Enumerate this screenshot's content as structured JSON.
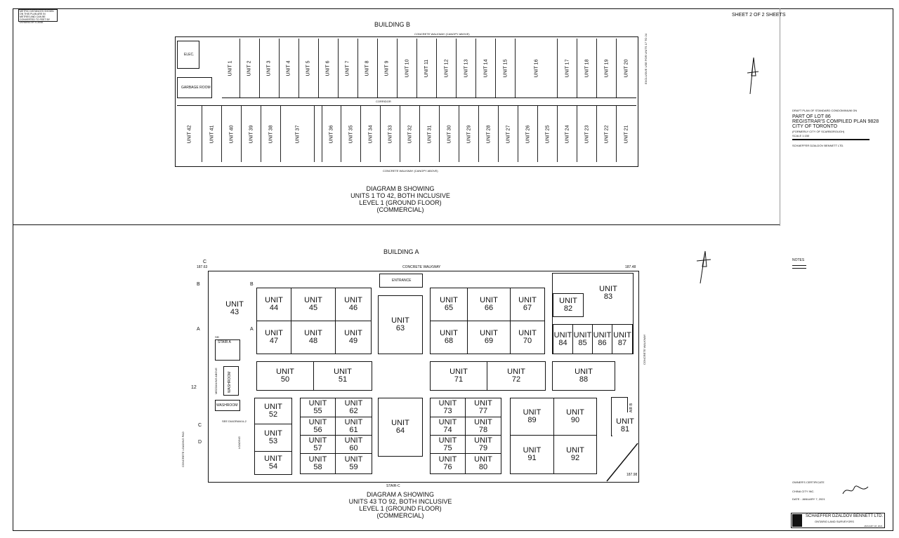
{
  "sheet": {
    "sheet_label": "SHEET 2 OF 2 SHEETS",
    "metric_note": "METRIC DISTANCES SHOWN ON THIS PLAN ARE IN METRES AND CAN BE CONVERTED TO FEET BY DIVIDING BY 0.3048."
  },
  "building_b": {
    "title": "BUILDING B",
    "walkway_top": "CONCRETE WALKWAY (CANOPY ABOVE)",
    "walkway_bottom": "CONCRETE WALKWAY (CANOPY ABOVE)",
    "corridor": "CORRIDOR",
    "elec": "ELEC.",
    "garbage": "GARBAGE ROOM",
    "exclusive": "EXCLUSIVE USE FOR UNITS 17 TO 24",
    "top_units": [
      "UNIT 1",
      "UNIT 2",
      "UNIT 3",
      "UNIT 4",
      "UNIT 5",
      "UNIT 6",
      "UNIT 7",
      "UNIT 8",
      "UNIT 9",
      "UNIT 10",
      "UNIT 11",
      "UNIT 12",
      "UNIT 13",
      "UNIT 14",
      "UNIT 15",
      "UNIT 16",
      "UNIT 17",
      "UNIT 18",
      "UNIT 19",
      "UNIT 20"
    ],
    "bottom_units": [
      "UNIT 42",
      "UNIT 41",
      "UNIT 40",
      "UNIT 39",
      "UNIT 38",
      "UNIT 37",
      "UNIT 36",
      "UNIT 35",
      "UNIT 34",
      "UNIT 33",
      "UNIT 32",
      "UNIT 31",
      "UNIT 30",
      "UNIT 29",
      "UNIT 28",
      "UNIT 27",
      "UNIT 26",
      "UNIT 25",
      "UNIT 24",
      "UNIT 23",
      "UNIT 22",
      "UNIT 21"
    ],
    "caption": [
      "DIAGRAM B SHOWING",
      "UNITS 1 TO 42, BOTH INCLUSIVE",
      "LEVEL 1 (GROUND FLOOR)",
      "(COMMERCIAL)"
    ]
  },
  "title_block": {
    "draft": "DRAFT PLAN OF STANDARD CONDOMINIUM ON",
    "part": "PART OF LOT 86",
    "registrar": "REGISTRAR'S COMPILED PLAN 9828",
    "city": "CITY OF TORONTO",
    "formerly": "(FORMERLY CITY OF SCARBOROUGH)",
    "scale": "SCALE 1:150",
    "firm_small": "SCHAEFFER DZALDOV BENNETT LTD.",
    "notes": "NOTES",
    "owners": "OWNER'S CERTIFICATE",
    "owner_name": "CHINA CITY INC.",
    "date": "DATE : JANUARY 7, 2021",
    "firm_name": "SCHAEFFER DZALDOV BENNETT LTD.",
    "firm_sub": "ONTARIO LAND SURVEYORS",
    "firm_date": "JANUARY 18, 2021"
  },
  "building_a": {
    "title": "BUILDING A",
    "walkway_top": "CONCRETE WALKWAY",
    "walkway_right": "CONCRETE WALKWAY",
    "loading_pad": "CONCRETE LOADING PAD",
    "loading": "LOADING",
    "entrance": "ENTRANCE",
    "stair_a": "STAIR A",
    "stair_b": "STAIR B",
    "stair_c": "STAIR-C",
    "washroom": "WASHROOM",
    "mezzanine": "MEZZANINE ABOVE",
    "see_a1": "SEE DIAGRAM A-1",
    "see_a2": "SEE DIAGRAM A-2",
    "elev_tr": "187.48",
    "elev_tl": "187.63",
    "elev_br": "187.98",
    "num_12": "12",
    "markers": {
      "a": "A",
      "b": "B",
      "c": "C",
      "d": "D"
    },
    "units": {
      "u43": [
        "UNIT",
        "43"
      ],
      "u44": [
        "UNIT",
        "44"
      ],
      "u45": [
        "UNIT",
        "45"
      ],
      "u46": [
        "UNIT",
        "46"
      ],
      "u47": [
        "UNIT",
        "47"
      ],
      "u48": [
        "UNIT",
        "48"
      ],
      "u49": [
        "UNIT",
        "49"
      ],
      "u63": [
        "UNIT",
        "63"
      ],
      "u65": [
        "UNIT",
        "65"
      ],
      "u66": [
        "UNIT",
        "66"
      ],
      "u67": [
        "UNIT",
        "67"
      ],
      "u68": [
        "UNIT",
        "68"
      ],
      "u69": [
        "UNIT",
        "69"
      ],
      "u70": [
        "UNIT",
        "70"
      ],
      "u82": [
        "UNIT",
        "82"
      ],
      "u83": [
        "UNIT",
        "83"
      ],
      "u84": [
        "UNIT",
        "84"
      ],
      "u85": [
        "UNIT",
        "85"
      ],
      "u86": [
        "UNIT",
        "86"
      ],
      "u87": [
        "UNIT",
        "87"
      ],
      "u50": [
        "UNIT",
        "50"
      ],
      "u51": [
        "UNIT",
        "51"
      ],
      "u71": [
        "UNIT",
        "71"
      ],
      "u72": [
        "UNIT",
        "72"
      ],
      "u88": [
        "UNIT",
        "88"
      ],
      "u52": [
        "UNIT",
        "52"
      ],
      "u53": [
        "UNIT",
        "53"
      ],
      "u54": [
        "UNIT",
        "54"
      ],
      "u55": [
        "UNIT",
        "55"
      ],
      "u56": [
        "UNIT",
        "56"
      ],
      "u57": [
        "UNIT",
        "57"
      ],
      "u58": [
        "UNIT",
        "58"
      ],
      "u62": [
        "UNIT",
        "62"
      ],
      "u61": [
        "UNIT",
        "61"
      ],
      "u60": [
        "UNIT",
        "60"
      ],
      "u59": [
        "UNIT",
        "59"
      ],
      "u64": [
        "UNIT",
        "64"
      ],
      "u73": [
        "UNIT",
        "73"
      ],
      "u74": [
        "UNIT",
        "74"
      ],
      "u75": [
        "UNIT",
        "75"
      ],
      "u76": [
        "UNIT",
        "76"
      ],
      "u77": [
        "UNIT",
        "77"
      ],
      "u78": [
        "UNIT",
        "78"
      ],
      "u79": [
        "UNIT",
        "79"
      ],
      "u80": [
        "UNIT",
        "80"
      ],
      "u89": [
        "UNIT",
        "89"
      ],
      "u90": [
        "UNIT",
        "90"
      ],
      "u91": [
        "UNIT",
        "91"
      ],
      "u92": [
        "UNIT",
        "92"
      ],
      "u81": [
        "UNIT",
        "81"
      ]
    },
    "caption": [
      "DIAGRAM A SHOWING",
      "UNITS 43 TO 92, BOTH INCLUSIVE",
      "LEVEL 1 (GROUND FLOOR)",
      "(COMMERCIAL)"
    ]
  }
}
